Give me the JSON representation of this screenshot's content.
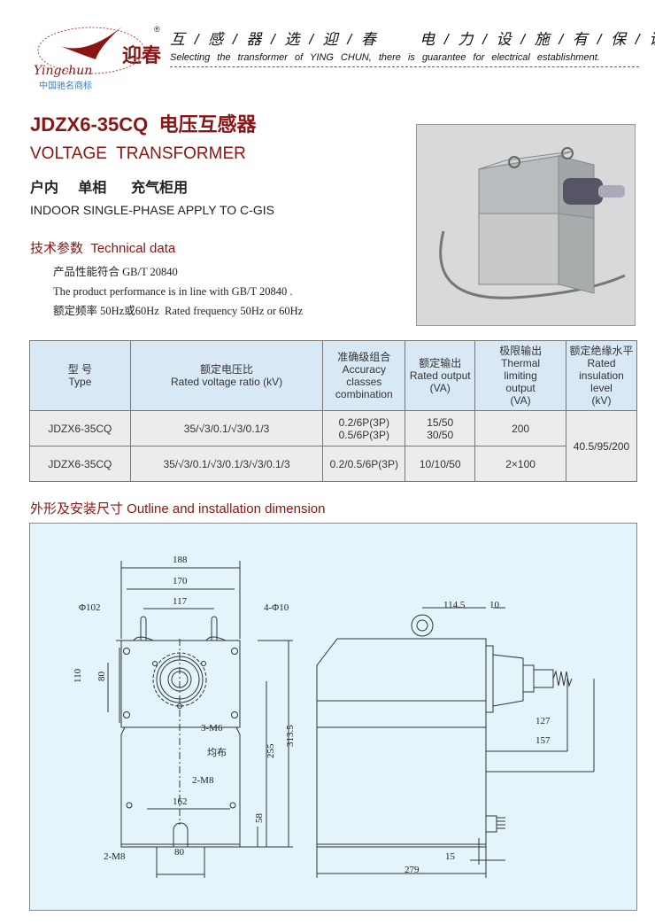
{
  "header": {
    "logo_cn": "迎春",
    "logo_script": "Yingchun",
    "registered": "®",
    "brand_sub": "中国驰名商标",
    "slogan_cn": "互 / 感 / 器 / 选 / 迎 / 春      电 / 力 / 设 / 施 / 有 / 保 / 证",
    "slogan_en": "Selecting the transformer of YING CHUN, there is guarantee for electrical establishment."
  },
  "product": {
    "title": "JDZX6-35CQ  电压互感器",
    "title_en": "VOLTAGE  TRANSFORMER",
    "subtitle_cn": "户内    单相     充气柜用",
    "subtitle_en": "INDOOR SINGLE-PHASE APPLY TO C-GIS"
  },
  "tech": {
    "heading": "技术参数  Technical data",
    "lines": [
      "产品性能符合 GB/T 20840",
      "The product performance is in line with GB/T 20840 .",
      "额定频率 50Hz或60Hz  Rated frequency 50Hz or 60Hz"
    ]
  },
  "table": {
    "headers": [
      [
        "型 号",
        "Type"
      ],
      [
        "额定电压比",
        "Rated voltage ratio (kV)"
      ],
      [
        "准确级组合",
        "Accuracy",
        "classes",
        "combination"
      ],
      [
        "额定输出",
        "Rated output",
        "(VA)"
      ],
      [
        "极限输出",
        "Thermal",
        "limiting",
        "output",
        "(VA)"
      ],
      [
        "额定绝缘水平",
        "Rated",
        "insulation",
        "level",
        "(kV)"
      ]
    ],
    "rows": [
      {
        "type": "JDZX6-35CQ",
        "ratio": "35/√3/0.1/√3/0.1/3",
        "accuracy": [
          "0.2/6P(3P)",
          "0.5/6P(3P)"
        ],
        "output": [
          "15/50",
          "30/50"
        ],
        "thermal": "200"
      },
      {
        "type": "JDZX6-35CQ",
        "ratio": "35/√3/0.1/√3/0.1/3/√3/0.1/3",
        "accuracy": [
          "0.2/0.5/6P(3P)"
        ],
        "output": [
          "10/10/50"
        ],
        "thermal": "2×100"
      }
    ],
    "insulation": "40.5/95/200"
  },
  "outline": {
    "heading": "外形及安装尺寸 Outline and installation dimension",
    "dims": {
      "d188": "188",
      "d170": "170",
      "d117": "117",
      "phi102": "Φ102",
      "phi10": "4-Φ10",
      "d110": "110",
      "d80v": "80",
      "m6": "3-M6",
      "even": "均布",
      "d255": "255",
      "d3135": "313.5",
      "m8a": "2-M8",
      "d162": "162",
      "d58": "58",
      "m8b": "2-M8",
      "d80h": "80",
      "d1145": "114.5",
      "d10": "10",
      "d127": "127",
      "d157": "157",
      "d15": "15",
      "d279": "279"
    }
  },
  "colors": {
    "brand": "#8b1414",
    "header_bg": "#d8e8f5",
    "panel_bg": "#e3f4fb"
  }
}
